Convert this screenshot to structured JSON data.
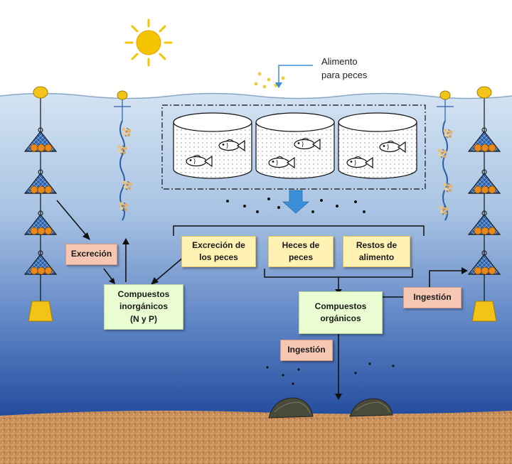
{
  "labels": {
    "feed": "Alimento\npara peces",
    "excretion_fish": "Excreción de\nlos peces",
    "feces": "Heces de\npeces",
    "food_remains": "Restos de\nalimento",
    "inorganic": "Compuestos\ninorgánicos\n(N y P)",
    "organic": "Compuestos\norgánicos",
    "excretion": "Excreción",
    "ingestion_right": "Ingestión",
    "ingestion_bottom": "Ingestión"
  },
  "colors": {
    "sky": "#ffffff",
    "water_top": "#c9dcef",
    "water_bottom": "#1f4a9e",
    "sediment": "#c98f5a",
    "sun": "#f5c400",
    "buoy": "#f2c418",
    "arrow": "#111111",
    "blue_arrow": "#3a8fd6"
  }
}
